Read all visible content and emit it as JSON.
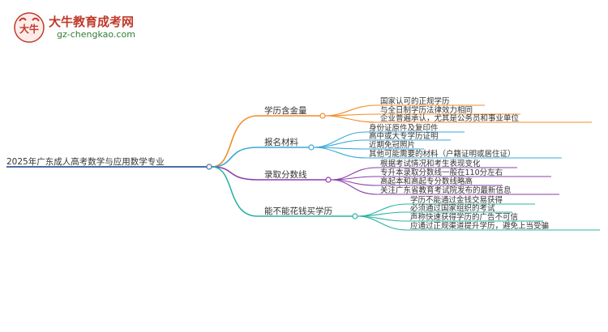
{
  "logo": {
    "title": "大牛教育成考网",
    "url": "gz-chengkao.com",
    "mark_text": "大牛"
  },
  "mindmap": {
    "root": "2025年广东成人高考数学与应用数学专业",
    "branches": [
      {
        "label": "学历含金量",
        "color": "#f28c28",
        "leaves": [
          "国家认可的正规学历",
          "与全日制学历法律效力相同",
          "企业普遍承认，尤其是公务员和事业单位"
        ]
      },
      {
        "label": "报名材料",
        "color": "#3aa9d8",
        "leaves": [
          "身份证原件及复印件",
          "高中或大专学历证明",
          "近期免冠照片",
          "其他可能需要的材料（户籍证明或居住证）"
        ]
      },
      {
        "label": "录取分数线",
        "color": "#8b3fa8",
        "leaves": [
          "根据考试情况和考生表现变化",
          "专升本录取分数线一般在110分左右",
          "高起本和高起专分数线略高",
          "关注广东省教育考试院发布的最新信息"
        ]
      },
      {
        "label": "能不能花钱买学历",
        "color": "#2bb3a3",
        "leaves": [
          "学历不能通过金钱交易获得",
          "必须通过国家组织的考试",
          "声称快速获得学历的广告不可信",
          "应通过正规渠道提升学历，避免上当受骗"
        ]
      }
    ]
  },
  "colors": {
    "root": "#4a6fa5"
  }
}
